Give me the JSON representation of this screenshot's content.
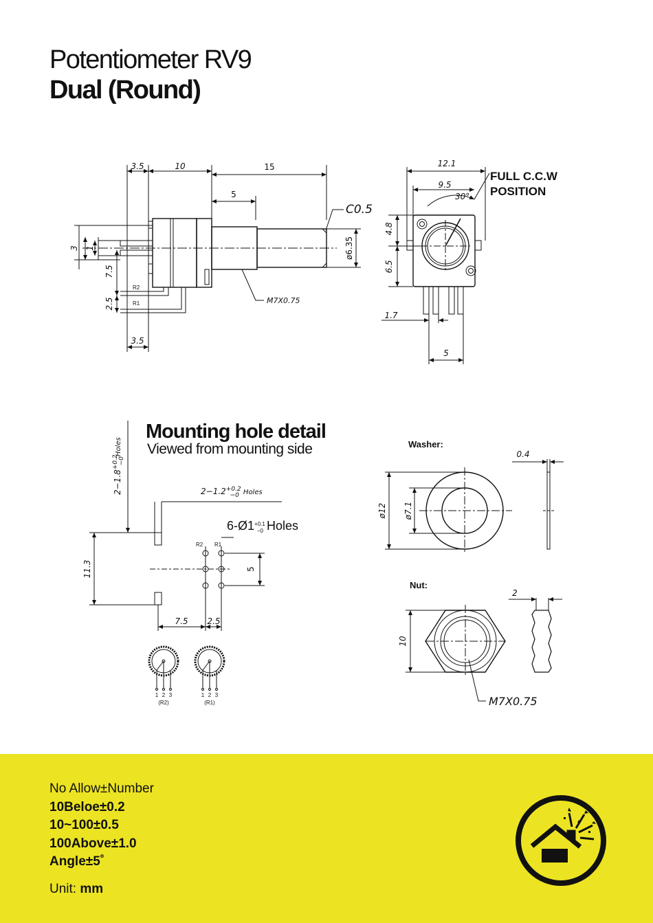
{
  "title": {
    "line1": "Potentiometer RV9",
    "line2": "Dual (Round)"
  },
  "side_view": {
    "dims": {
      "d3_5_top": "3.5",
      "d10": "10",
      "d15": "15",
      "d5": "5",
      "c05": "C0.5",
      "d3": "3",
      "d1": "1",
      "d7_5": "7.5",
      "d2_5": "2.5",
      "d3_5_bottom": "3.5",
      "phi": "ø6.35",
      "thread": "M7X0.75",
      "r2": "R2",
      "r1": "R1"
    }
  },
  "front_view": {
    "dims": {
      "d12_1": "12.1",
      "d9_5": "9.5",
      "angle": "30°",
      "d4_8": "4.8",
      "d6_5": "6.5",
      "d1_7": "1.7",
      "d5": "5",
      "note_line1": "FULL C.C.W",
      "note_line2": "POSITION"
    }
  },
  "mounting": {
    "title": "Mounting hole detail",
    "subtitle": "Viewed from mounting side",
    "holes_slot": "2−1.8",
    "holes_slot_tol": "+0.2 / −0",
    "holes_slot_suffix": "Holes",
    "holes_small": "2−1.2",
    "holes_small_suffix": "Holes",
    "holes_pins": "6-Ø1",
    "holes_pins_suffix": "Holes",
    "tol_plus": "+0.2",
    "tol_minus": "−0",
    "tol_plus_small": "+0.1",
    "dims": {
      "d11_3": "11.3",
      "d7_5": "7.5",
      "d2_5": "2.5",
      "d5": "5",
      "r2": "R2",
      "r1": "R1"
    },
    "schematic": {
      "pins": [
        "1",
        "2",
        "3"
      ],
      "left_label": "(R2)",
      "right_label": "(R1)"
    }
  },
  "washer": {
    "label": "Washer:",
    "d04": "0.4",
    "d12": "ø12",
    "d7_1": "ø7.1"
  },
  "nut": {
    "label": "Nut:",
    "d2": "2",
    "d10": "10",
    "thread": "M7X0.75"
  },
  "tolerances": {
    "header": "No Allow±Number",
    "rows": [
      "10Beloe±0.2",
      "10~100±0.5",
      "100Above±1.0",
      "Angle±5˚"
    ]
  },
  "unit": {
    "label": "Unit:",
    "value": "mm"
  },
  "colors": {
    "footer": "#ece423",
    "ink": "#111111"
  },
  "logo_icon": "house-explosion-logo-icon"
}
